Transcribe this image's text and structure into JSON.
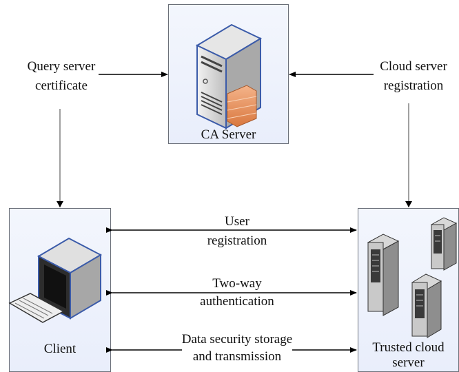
{
  "ca_server": {
    "label": "CA Server"
  },
  "client": {
    "label": "Client"
  },
  "cloud": {
    "label_line1": "Trusted cloud",
    "label_line2": "server"
  },
  "flows": {
    "query_line1": "Query server",
    "query_line2": "certificate",
    "cloud_reg_line1": "Cloud server",
    "cloud_reg_line2": "registration",
    "user_reg_line1": "User",
    "user_reg_line2": "registration",
    "auth_line1": "Two-way",
    "auth_line2": "authentication",
    "storage_line1": "Data security storage",
    "storage_line2": "and transmission"
  }
}
